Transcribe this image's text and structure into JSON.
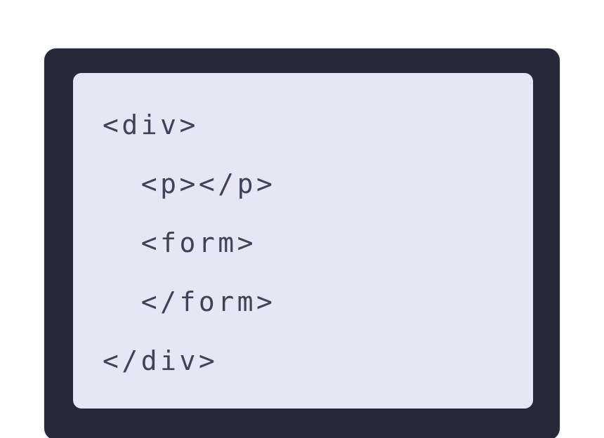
{
  "code": {
    "language": "html",
    "lines": [
      "<div>",
      "  <p></p>",
      "  <form>",
      "  </form>",
      "</div>"
    ]
  },
  "colors": {
    "page_background": "#ffffff",
    "card_background": "#272938",
    "panel_background": "#e6e6f5",
    "code_text": "#3e4357"
  }
}
